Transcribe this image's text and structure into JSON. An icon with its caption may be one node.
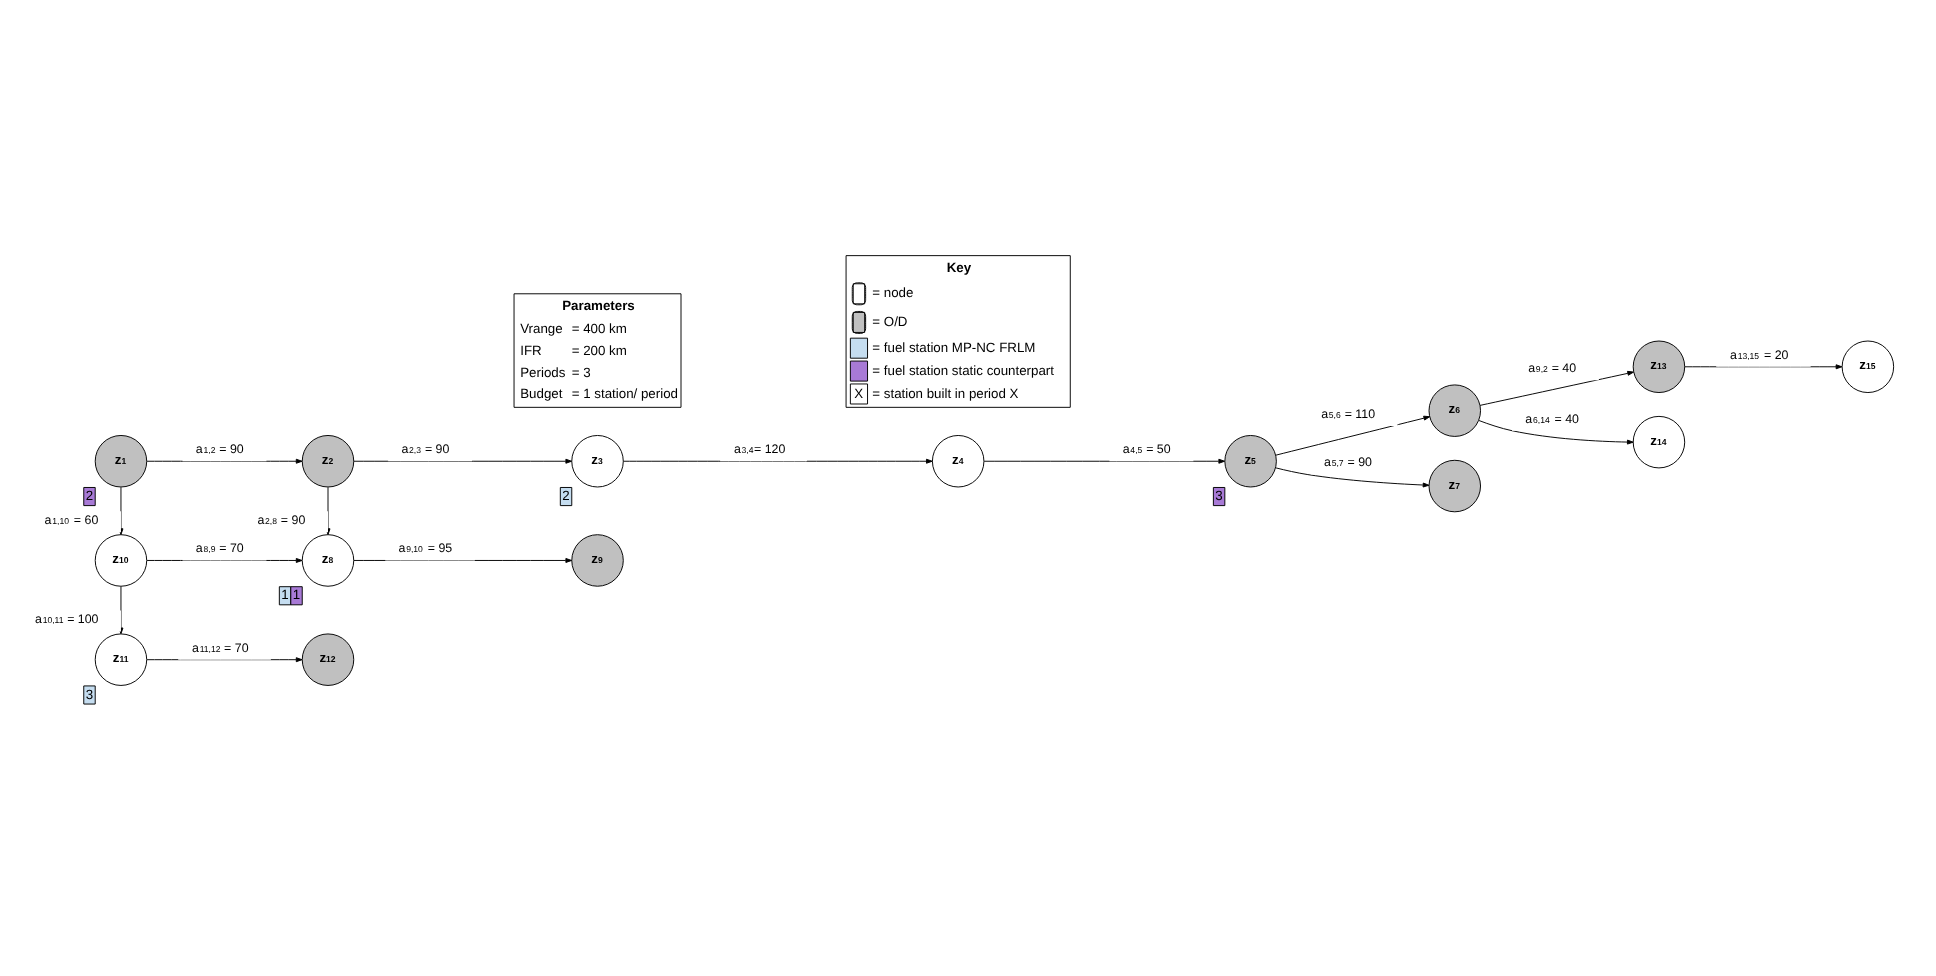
{
  "diagram": {
    "nodes": [
      {
        "text": [
          "z$_{1}$"
        ],
        "beside": [
          "2"
        ]
      },
      {
        "text": [
          "z$_{2}$"
        ]
      },
      {
        "text": [
          "z$_{3}$"
        ],
        "beside": [
          "2"
        ]
      },
      {
        "text": [
          "z$_{4}$"
        ]
      },
      {
        "text": [
          "z$_{5}$"
        ],
        "beside": [
          "3"
        ]
      },
      {
        "text": [
          "z$_{6}$"
        ]
      },
      {
        "text": [
          "z$_{7}$"
        ]
      },
      {
        "text": [
          "z$_{8}$"
        ],
        "beside": [
          "1",
          "1"
        ]
      },
      {
        "text": [
          "z$_{9}$"
        ]
      },
      {
        "text": [
          "z$_{10}$"
        ]
      },
      {
        "text": [
          "z$_{11}$"
        ],
        "beside": [
          "3"
        ]
      },
      {
        "text": [
          "z$_{12}$"
        ]
      },
      {
        "text": [
          "z$_{13}$"
        ]
      },
      {
        "text": [
          "z$_{14}$"
        ]
      },
      {
        "text": [
          "z$_{15}$"
        ]
      },
      {
        "text": [
          "Parameters",
          "Vrange",
          "= 400 km",
          "IFR",
          "= 200 km",
          "Periods",
          "= 3",
          "Budget",
          "= 1 station/ period"
        ]
      }
    ],
    "edges": [
      {
        "from": 0,
        "to": 1,
        "arrow": "to",
        "label": "a$_{1,2}$ = 90"
      },
      {
        "from": 1,
        "to": 2,
        "arrow": "to",
        "label": "a$_{2,3}$ = 90"
      },
      {
        "from": 2,
        "to": 3,
        "arrow": "to",
        "label": "a$_{3,4}$= 120"
      },
      {
        "from": 3,
        "to": 4,
        "arrow": "to",
        "label": "a$_{4,5}$ = 50"
      },
      {
        "from": 4,
        "to": 5,
        "arrow": "to",
        "label": "a$_{5,6}$ = 110"
      },
      {
        "from": 4,
        "to": 6,
        "arrow": "to",
        "label": "a$_{5,7}$ = 90"
      },
      {
        "from": 5,
        "to": 13,
        "arrow": "to",
        "label": "a$_{6,14}$ = 40"
      },
      {
        "from": 5,
        "to": 12,
        "arrow": "to",
        "label": "a$_{9,2}$ = 40"
      },
      {
        "from": 12,
        "to": 14,
        "arrow": "to",
        "label": "a$_{13,15}$ = 20"
      },
      {
        "from": 0,
        "to": 9,
        "arrow": "to",
        "label": "a$_{1,10}$ = 60"
      },
      {
        "from": 1,
        "to": 7,
        "arrow": "to",
        "label": "a$_{2,8}$ = 90"
      },
      {
        "from": 9,
        "to": 7,
        "arrow": "to",
        "label": "a$_{8,9}$ = 70"
      },
      {
        "from": 7,
        "to": 8,
        "arrow": "to",
        "label": "a$_{9,10}$ = 95"
      },
      {
        "from": 9,
        "to": 10,
        "arrow": "to",
        "label": "a$_{10,11}$ = 100"
      },
      {
        "from": 10,
        "to": 11,
        "arrow": "to",
        "label": "a$_{11,12}$ = 70"
      }
    ],
    "labels": [
      "Key",
      "X"
    ],
    "legend": [
      {
        "text": "= node"
      },
      {
        "text": "= O/D"
      },
      {
        "text": "= fuel station MP-NC FRLM",
        "color": "#c5ddf0"
      },
      {
        "text": "= fuel station static counterpart",
        "color": "#a87ad6"
      },
      {
        "text": "= station built in period X"
      }
    ]
  }
}
